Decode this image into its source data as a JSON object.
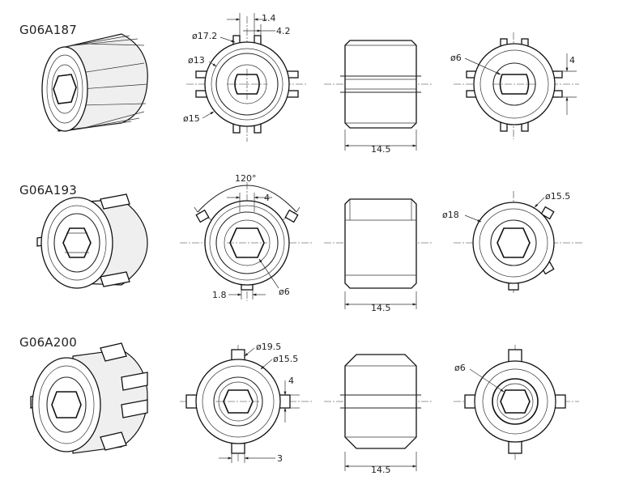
{
  "parts": [
    {
      "code": "G06A187",
      "dims": {
        "d_a": "ø17.2",
        "d_b": "ø13",
        "d_c": "ø15",
        "w1": "1.4",
        "w2": "4.2",
        "length": "14.5",
        "d_hole": "ø6",
        "key": "4"
      }
    },
    {
      "code": "G06A193",
      "dims": {
        "angle": "120°",
        "key": "4",
        "w1": "1.8",
        "d_hole": "ø6",
        "length": "14.5",
        "d_out": "ø15.5",
        "d_big": "ø18"
      }
    },
    {
      "code": "G06A200",
      "dims": {
        "d_a": "ø19.5",
        "d_b": "ø15.5",
        "key": "4",
        "w1": "3",
        "length": "14.5",
        "d_hole": "ø6"
      }
    }
  ]
}
